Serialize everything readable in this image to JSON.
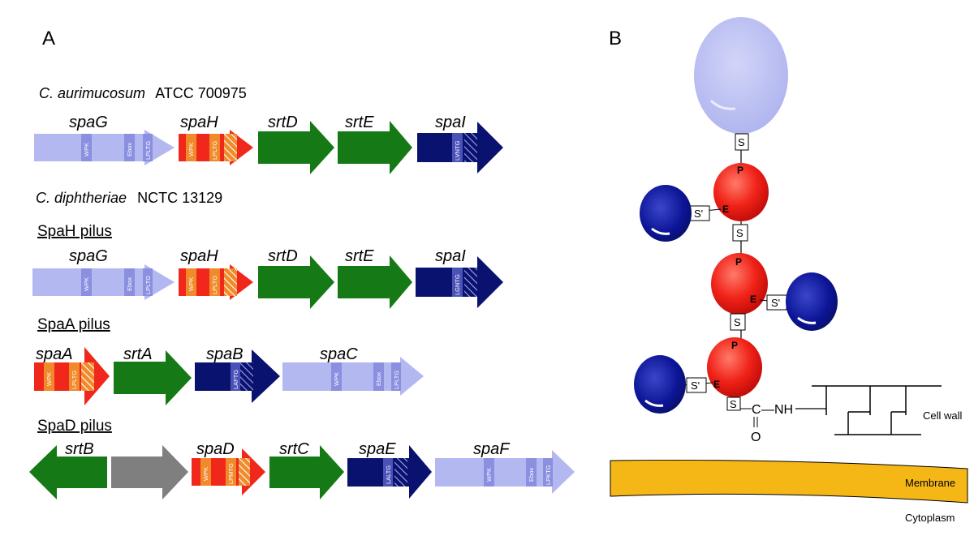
{
  "panels": {
    "a": "A",
    "b": "B"
  },
  "colors": {
    "major": "#b4b8f0",
    "minor_red": "#f0281c",
    "minor_orange": "#f08a2a",
    "sortase": "#157a15",
    "tip_blue": "#0a1270",
    "grey": "#7f7f7f",
    "membrane": "#f5b716",
    "major_dark": "#8a8fe0"
  },
  "organisms": [
    {
      "species": "C. aurimucosum",
      "strain": "ATCC 700975"
    },
    {
      "species": "C. diphtheriae",
      "strain": "NCTC 13129"
    }
  ],
  "pili": [
    "SpaH pilus",
    "SpaA pilus",
    "SpaD pilus"
  ],
  "rows": [
    {
      "genes": [
        {
          "name": "spaG",
          "type": "major",
          "motifs": [
            "WPK",
            "Ebox",
            "LPLTG"
          ]
        },
        {
          "name": "spaH",
          "type": "minor",
          "motifs": [
            "WPK",
            "LPLTG"
          ]
        },
        {
          "name": "srtD",
          "type": "sortase",
          "motifs": []
        },
        {
          "name": "srtE",
          "type": "sortase",
          "motifs": []
        },
        {
          "name": "spaI",
          "type": "tip",
          "motifs": [
            "LVNTG"
          ]
        }
      ]
    },
    {
      "genes": [
        {
          "name": "spaG",
          "type": "major",
          "motifs": [
            "WPK",
            "Ebox",
            "LPLTG"
          ]
        },
        {
          "name": "spaH",
          "type": "minor",
          "motifs": [
            "WPK",
            "LPLTG"
          ]
        },
        {
          "name": "srtD",
          "type": "sortase",
          "motifs": []
        },
        {
          "name": "srtE",
          "type": "sortase",
          "motifs": []
        },
        {
          "name": "spaI",
          "type": "tip",
          "motifs": [
            "LGNTG"
          ]
        }
      ]
    },
    {
      "genes": [
        {
          "name": "spaA",
          "type": "minor",
          "motifs": [
            "WPK",
            "LPLTG"
          ]
        },
        {
          "name": "srtA",
          "type": "sortase",
          "motifs": []
        },
        {
          "name": "spaB",
          "type": "tip",
          "motifs": [
            "LAFTG"
          ]
        },
        {
          "name": "spaC",
          "type": "major",
          "motifs": [
            "WPK",
            "Ebox",
            "LPLTG"
          ]
        }
      ]
    },
    {
      "genes": [
        {
          "name": "srtB",
          "type": "sortase-rev",
          "motifs": []
        },
        {
          "name": "",
          "type": "grey",
          "motifs": []
        },
        {
          "name": "spaD",
          "type": "minor",
          "motifs": [
            "WPK",
            "LPMTG"
          ]
        },
        {
          "name": "srtC",
          "type": "sortase",
          "motifs": []
        },
        {
          "name": "spaE",
          "type": "tip",
          "motifs": [
            "LALTG"
          ]
        },
        {
          "name": "spaF",
          "type": "major",
          "motifs": [
            "WPK",
            "Ebox",
            "LPKTG"
          ]
        }
      ]
    }
  ],
  "model": {
    "links": [
      "S",
      "S",
      "S",
      "S"
    ],
    "side_links": [
      "S'",
      "S'",
      "S'"
    ],
    "residue_p": "P",
    "residue_e": "E",
    "chem_c": "C",
    "chem_nh": "—NH",
    "chem_o": "O",
    "cell_wall": "Cell wall",
    "membrane": "Membrane",
    "cytoplasm": "Cytoplasm"
  }
}
